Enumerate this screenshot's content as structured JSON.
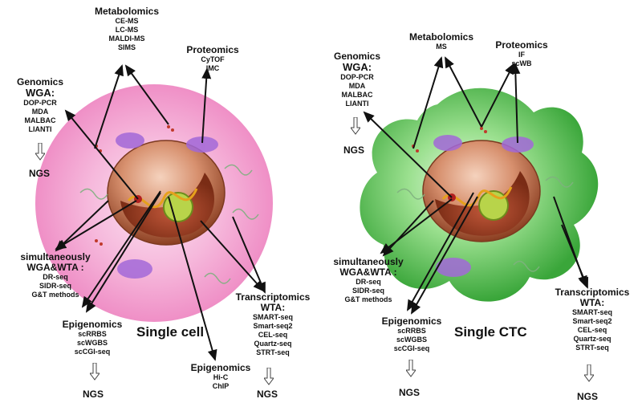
{
  "left": {
    "metabolomics": {
      "title": "Metabolomics",
      "items": [
        "CE-MS",
        "LC-MS",
        "MALDI-MS",
        "SIMS"
      ]
    },
    "proteomics": {
      "title": "Proteomics",
      "items": [
        "CyTOF",
        "IMC"
      ]
    },
    "genomics": {
      "title": "Genomics",
      "subtitle": "WGA:",
      "items": [
        "DOP-PCR",
        "MDA",
        "MALBAC",
        "LIANTI"
      ],
      "ngs": "NGS"
    },
    "simultaneous": {
      "title_line1": "simultaneously",
      "title_line2": "WGA&WTA :",
      "items": [
        "DR-seq",
        "SIDR-seq",
        "G&T methods"
      ]
    },
    "epigenomics_a": {
      "title": "Epigenomics",
      "items": [
        "scRRBS",
        "scWGBS",
        "scCGI-seq"
      ],
      "ngs": "NGS"
    },
    "epigenomics_b": {
      "title": "Epigenomics",
      "items": [
        "Hi-C",
        "ChIP"
      ]
    },
    "transcriptomics": {
      "title": "Transcriptomics",
      "subtitle": "WTA:",
      "items": [
        "SMART-seq",
        "Smart-seq2",
        "CEL-seq",
        "Quartz-seq",
        "STRT-seq"
      ],
      "ngs": "NGS"
    },
    "caption": "Single cell",
    "cell_color": "#f2a0cf"
  },
  "right": {
    "metabolomics": {
      "title": "Metabolomics",
      "items": [
        "MS"
      ]
    },
    "proteomics": {
      "title": "Proteomics",
      "items": [
        "IF",
        "scWB"
      ]
    },
    "genomics": {
      "title": "Genomics",
      "subtitle": "WGA:",
      "items": [
        "DOP-PCR",
        "MDA",
        "MALBAC",
        "LIANTI"
      ],
      "ngs": "NGS"
    },
    "simultaneous": {
      "title_line1": "simultaneously",
      "title_line2": "WGA&WTA :",
      "items": [
        "DR-seq",
        "SIDR-seq",
        "G&T methods"
      ]
    },
    "epigenomics": {
      "title": "Epigenomics",
      "items": [
        "scRRBS",
        "scWGBS",
        "scCGI-seq"
      ],
      "ngs": "NGS"
    },
    "transcriptomics": {
      "title": "Transcriptomics",
      "subtitle": "WTA:",
      "items": [
        "SMART-seq",
        "Smart-seq2",
        "CEL-seq",
        "Quartz-seq",
        "STRT-seq"
      ],
      "ngs": "NGS"
    },
    "caption": "Single CTC",
    "cell_color": "#5cc75c"
  }
}
